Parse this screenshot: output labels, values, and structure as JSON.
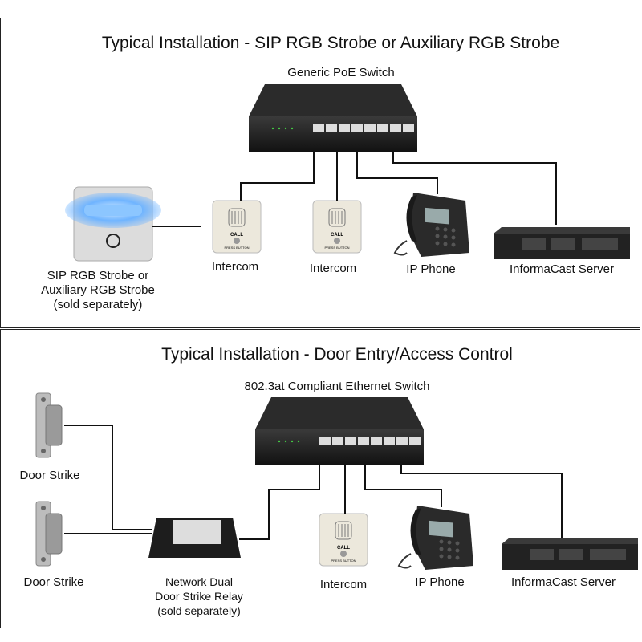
{
  "top": {
    "title": "Typical Installation - SIP RGB Strobe or Auxiliary RGB Strobe",
    "switch_label": "Generic PoE Switch",
    "devices": {
      "strobe": [
        "SIP RGB Strobe or",
        "Auxiliary RGB Strobe",
        "(sold separately)"
      ],
      "intercom1": "Intercom",
      "intercom2": "Intercom",
      "phone": "IP Phone",
      "server": "InformaCast Server"
    }
  },
  "bottom": {
    "title": "Typical Installation - Door Entry/Access Control",
    "switch_label": "802.3at Compliant Ethernet Switch",
    "devices": {
      "strike1": "Door Strike",
      "strike2": "Door Strike",
      "relay": [
        "Network Dual",
        "Door Strike Relay",
        "(sold separately)"
      ],
      "intercom": "Intercom",
      "phone": "IP Phone",
      "server": "InformaCast Server"
    }
  },
  "colors": {
    "strobe_glow": "#6fb4ff",
    "device_dark": "#2a2a2a",
    "intercom_body": "#ece8dc"
  }
}
